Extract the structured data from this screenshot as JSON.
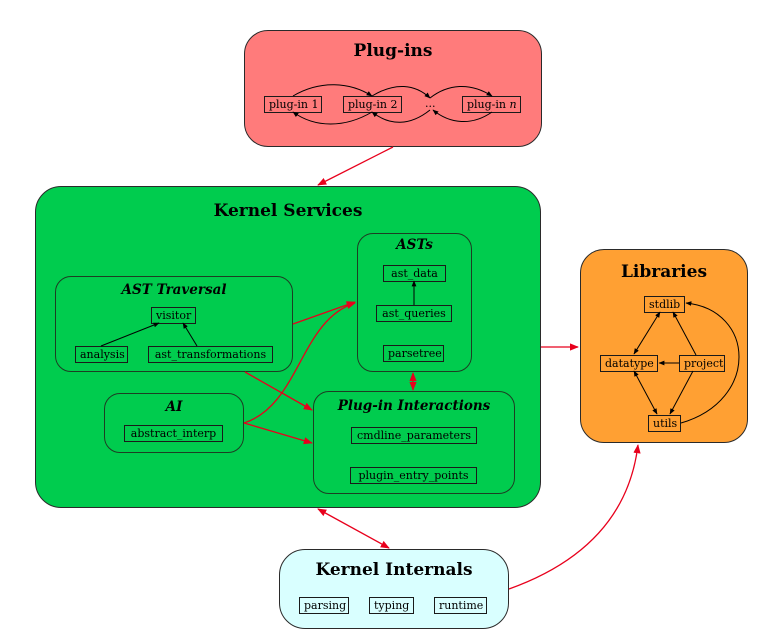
{
  "colors": {
    "plugins_fill": "#ff7b7b",
    "kernel_services_fill": "#00cc4e",
    "libraries_fill": "#ffa033",
    "kernel_internals_fill": "#d9ffff",
    "inter_arrow": "#e8001c",
    "intra_arrow": "#000000"
  },
  "plugins": {
    "title": "Plug-ins",
    "nodes": [
      "plug-in 1",
      "plug-in 2",
      "...",
      "plug-in n"
    ]
  },
  "kernel_services": {
    "title": "Kernel Services",
    "ast_traversal": {
      "title": "AST Traversal",
      "nodes": {
        "visitor": "visitor",
        "analysis": "analysis",
        "ast_transformations": "ast_transformations"
      }
    },
    "asts": {
      "title": "ASTs",
      "nodes": {
        "ast_data": "ast_data",
        "ast_queries": "ast_queries",
        "parsetree": "parsetree"
      }
    },
    "ai": {
      "title": "AI",
      "nodes": {
        "abstract_interp": "abstract_interp"
      }
    },
    "plugin_interactions": {
      "title": "Plug-in Interactions",
      "nodes": {
        "cmdline_parameters": "cmdline_parameters",
        "plugin_entry_points": "plugin_entry_points"
      }
    }
  },
  "libraries": {
    "title": "Libraries",
    "nodes": {
      "stdlib": "stdlib",
      "datatype": "datatype",
      "project": "project",
      "utils": "utils"
    }
  },
  "kernel_internals": {
    "title": "Kernel Internals",
    "nodes": [
      "parsing",
      "typing",
      "runtime"
    ]
  },
  "edges": [
    {
      "from": "Plug-ins",
      "to": "Kernel Services",
      "type": "directed"
    },
    {
      "from": "Kernel Services",
      "to": "Libraries",
      "type": "directed"
    },
    {
      "from": "Kernel Services",
      "to": "Kernel Internals",
      "type": "bidirectional"
    },
    {
      "from": "Kernel Internals",
      "to": "Libraries",
      "type": "directed"
    },
    {
      "from": "AST Traversal",
      "to": "ASTs",
      "type": "directed"
    },
    {
      "from": "AST Traversal",
      "to": "Plug-in Interactions",
      "type": "directed"
    },
    {
      "from": "AI",
      "to": "ASTs",
      "type": "directed"
    },
    {
      "from": "AI",
      "to": "Plug-in Interactions",
      "type": "directed"
    },
    {
      "from": "ASTs",
      "to": "Plug-in Interactions",
      "type": "bidirectional"
    },
    {
      "from": "analysis",
      "to": "visitor",
      "type": "directed"
    },
    {
      "from": "ast_transformations",
      "to": "visitor",
      "type": "directed"
    },
    {
      "from": "ast_queries",
      "to": "ast_data",
      "type": "directed"
    },
    {
      "from": "stdlib",
      "to": "datatype",
      "type": "bidirectional"
    },
    {
      "from": "project",
      "to": "stdlib",
      "type": "directed"
    },
    {
      "from": "project",
      "to": "datatype",
      "type": "directed"
    },
    {
      "from": "project",
      "to": "utils",
      "type": "directed"
    },
    {
      "from": "datatype",
      "to": "utils",
      "type": "bidirectional"
    },
    {
      "from": "utils",
      "to": "stdlib",
      "type": "directed"
    },
    {
      "from": "plug-in 1",
      "to": "plug-in 2",
      "type": "directed"
    },
    {
      "from": "plug-in 2",
      "to": "plug-in 1",
      "type": "directed"
    },
    {
      "from": "plug-in 2",
      "to": "...",
      "type": "directed"
    },
    {
      "from": "...",
      "to": "plug-in 2",
      "type": "directed"
    },
    {
      "from": "...",
      "to": "plug-in n",
      "type": "directed"
    },
    {
      "from": "plug-in n",
      "to": "...",
      "type": "directed"
    }
  ]
}
